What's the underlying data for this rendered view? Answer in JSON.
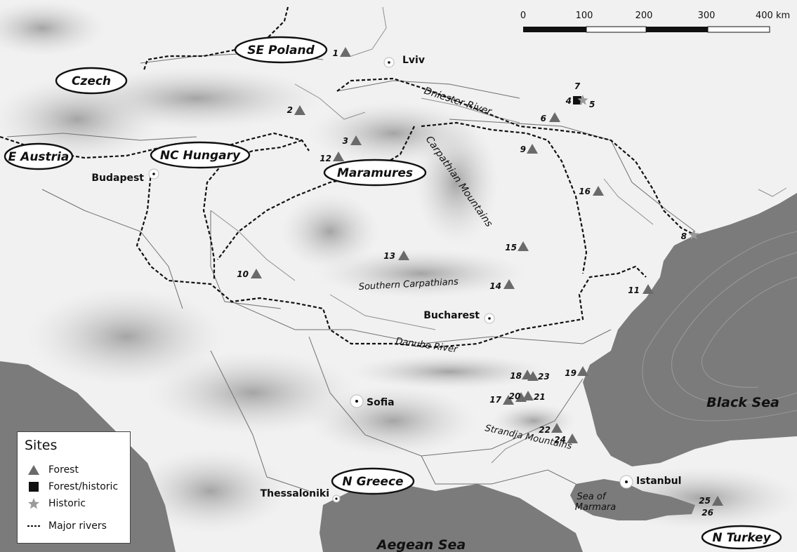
{
  "scale_bar": {
    "ticks": [
      "0",
      "100",
      "200",
      "300",
      "400 km"
    ]
  },
  "legend": {
    "title": "Sites",
    "items": [
      {
        "label": "Forest",
        "symbol": "triangle-icon"
      },
      {
        "label": "Forest/historic",
        "symbol": "square-icon"
      },
      {
        "label": "Historic",
        "symbol": "star-icon"
      },
      {
        "label": "Major rivers",
        "symbol": "dashed-line-icon"
      }
    ]
  },
  "regions": [
    "SE Poland",
    "Czech",
    "E Austria",
    "NC Hungary",
    "Maramures",
    "N Greece",
    "N Turkey"
  ],
  "cities": [
    "Lviv",
    "Budapest",
    "Bucharest",
    "Sofia",
    "Thessaloniki",
    "Istanbul"
  ],
  "features": [
    "Dniester River",
    "Carpathian Mountains",
    "Southern Carpathians",
    "Danube River",
    "Strandja Mountains"
  ],
  "seas": [
    "Black Sea",
    "Aegean Sea",
    "Sea of",
    "Marmara"
  ],
  "sites": [
    {
      "id": "1",
      "type": "forest"
    },
    {
      "id": "2",
      "type": "forest"
    },
    {
      "id": "3",
      "type": "forest"
    },
    {
      "id": "4",
      "type": "forest-historic"
    },
    {
      "id": "5",
      "type": "historic"
    },
    {
      "id": "6",
      "type": "forest"
    },
    {
      "id": "7",
      "type": "historic"
    },
    {
      "id": "8",
      "type": "historic"
    },
    {
      "id": "9",
      "type": "forest"
    },
    {
      "id": "10",
      "type": "forest"
    },
    {
      "id": "11",
      "type": "forest"
    },
    {
      "id": "12",
      "type": "forest"
    },
    {
      "id": "13",
      "type": "forest"
    },
    {
      "id": "14",
      "type": "forest"
    },
    {
      "id": "15",
      "type": "forest"
    },
    {
      "id": "16",
      "type": "forest"
    },
    {
      "id": "17",
      "type": "forest"
    },
    {
      "id": "18",
      "type": "forest"
    },
    {
      "id": "19",
      "type": "forest"
    },
    {
      "id": "20",
      "type": "forest"
    },
    {
      "id": "21",
      "type": "forest"
    },
    {
      "id": "22",
      "type": "forest"
    },
    {
      "id": "23",
      "type": "forest"
    },
    {
      "id": "24",
      "type": "forest"
    },
    {
      "id": "25",
      "type": "forest"
    },
    {
      "id": "26",
      "type": "forest"
    }
  ],
  "colors": {
    "sea": "#7b7b7b",
    "land": "#f2f2f2",
    "mountain": "#b5b5b5",
    "marker": "#6a6a6a",
    "text": "#111111"
  }
}
